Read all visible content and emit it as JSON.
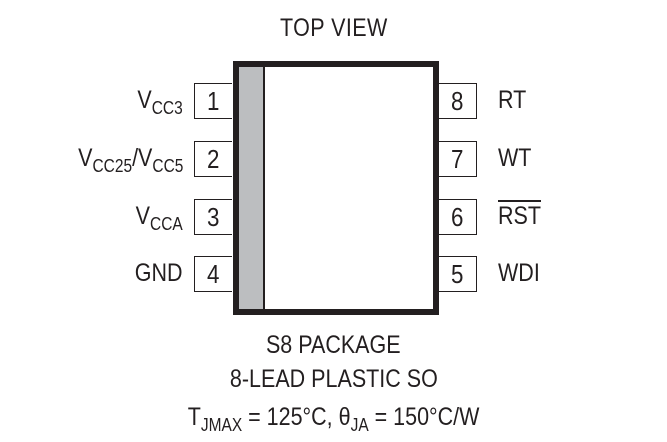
{
  "diagram": {
    "title": "TOP VIEW",
    "package_body": {
      "outline_color": "#231f20",
      "pin1_stripe_color": "#bcbec0"
    },
    "left_pins": [
      {
        "number": "1",
        "label_main": "V",
        "label_sub": "CC3",
        "label_suffix": "",
        "label_suffix_main": "",
        "label_suffix_sub": ""
      },
      {
        "number": "2",
        "label_main": "V",
        "label_sub": "CC25",
        "label_suffix": "/",
        "label_suffix_main": "V",
        "label_suffix_sub": "CC5"
      },
      {
        "number": "3",
        "label_main": "V",
        "label_sub": "CCA",
        "label_suffix": "",
        "label_suffix_main": "",
        "label_suffix_sub": ""
      },
      {
        "number": "4",
        "label_main": "GND",
        "label_sub": "",
        "label_suffix": "",
        "label_suffix_main": "",
        "label_suffix_sub": ""
      }
    ],
    "right_pins": [
      {
        "number": "8",
        "label": "RT",
        "overline": false
      },
      {
        "number": "7",
        "label": "WT",
        "overline": false
      },
      {
        "number": "6",
        "label": "RST",
        "overline": true
      },
      {
        "number": "5",
        "label": "WDI",
        "overline": false
      }
    ],
    "caption": {
      "line1": "S8 PACKAGE",
      "line2": "8-LEAD PLASTIC SO",
      "line3": {
        "t_main": "T",
        "t_sub": "JMAX",
        "t_value": " = 125°C, ",
        "theta_main": "θ",
        "theta_sub": "JA",
        "theta_value": " = 150°C/W"
      }
    }
  }
}
